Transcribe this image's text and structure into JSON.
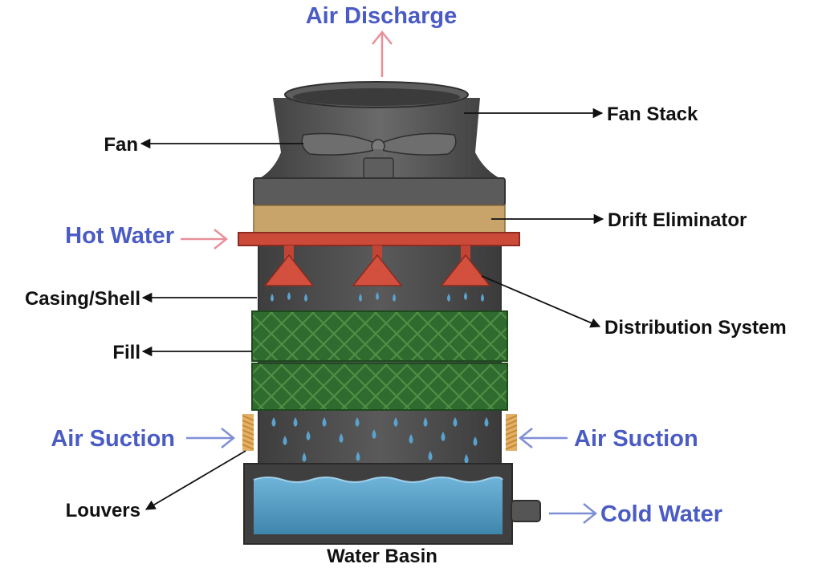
{
  "labels": {
    "air_discharge": "Air Discharge",
    "fan_stack": "Fan Stack",
    "fan": "Fan",
    "drift_eliminator": "Drift Eliminator",
    "hot_water": "Hot Water",
    "casing_shell": "Casing/Shell",
    "distribution_system": "Distribution System",
    "fill": "Fill",
    "air_suction_left": "Air Suction",
    "air_suction_right": "Air Suction",
    "louvers": "Louvers",
    "cold_water": "Cold Water",
    "water_basin": "Water Basin"
  },
  "colors": {
    "label_dark": "#111111",
    "label_accent": "#4a5bc4",
    "flow_in_arrow": "#e8909a",
    "flow_air_arrow": "#7f8fd6",
    "casing": "#4b4b4b",
    "drift_eliminator": "#c9a46a",
    "distribution_pipe": "#cc4a3a",
    "fill": "#2f6b2f",
    "water_drop": "#5ba3cf",
    "basin_water": "#4f9cc4",
    "louvers": "#c8892e"
  },
  "icons": {
    "fan": "fan-icon",
    "nozzle": "spray-nozzle-icon",
    "drop": "water-drop-icon"
  }
}
